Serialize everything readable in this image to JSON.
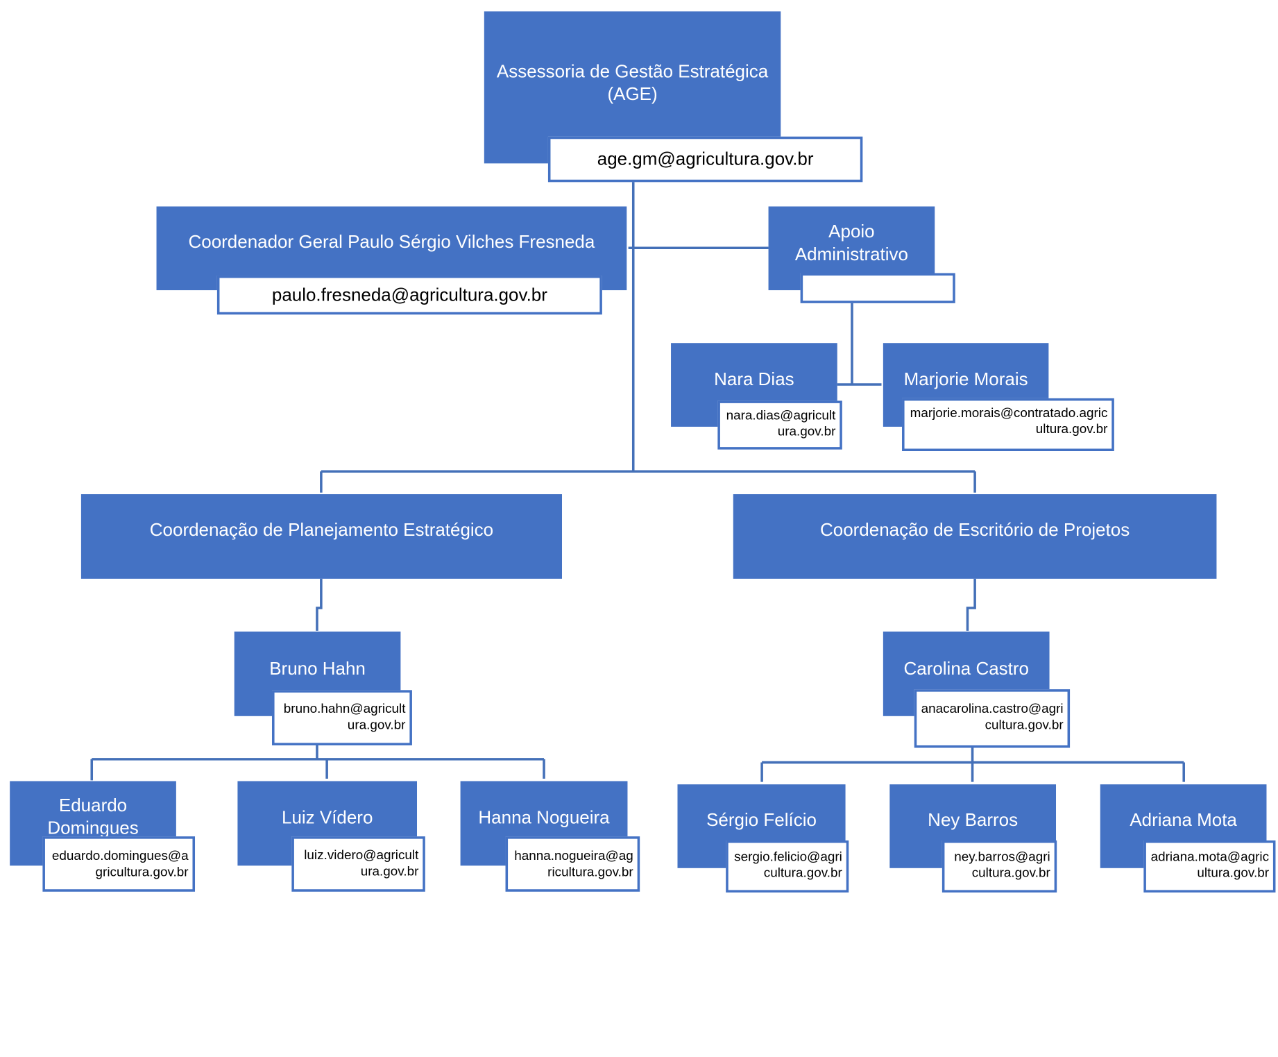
{
  "colors": {
    "box_fill": "#4472c4",
    "connector": "#4470b8",
    "email_border": "#4472c4",
    "text_light": "#ffffff",
    "text_dark": "#000000"
  },
  "root": {
    "title": "Assessoria de Gestão Estratégica (AGE)",
    "email": "age.gm@agricultura.gov.br"
  },
  "coordinator": {
    "title": "Coordenador Geral Paulo Sérgio Vilches Fresneda",
    "email": "paulo.fresneda@agricultura.gov.br"
  },
  "support": {
    "title": "Apoio Administrativo",
    "email": "",
    "members": [
      {
        "name": "Nara Dias",
        "email": "nara.dias@agricultura.gov.br"
      },
      {
        "name": "Marjorie Morais",
        "email": "marjorie.morais@contratado.agricultura.gov.br"
      }
    ]
  },
  "planning": {
    "title": "Coordenação de Planejamento Estratégico",
    "lead": {
      "name": "Bruno Hahn",
      "email": "bruno.hahn@agricultura.gov.br"
    },
    "members": [
      {
        "name": "Eduardo Domingues",
        "email": "eduardo.domingues@agricultura.gov.br"
      },
      {
        "name": "Luiz Vídero",
        "email": "luiz.videro@agricultura.gov.br"
      },
      {
        "name": "Hanna Nogueira",
        "email": "hanna.nogueira@agricultura.gov.br"
      }
    ]
  },
  "projects": {
    "title": "Coordenação de Escritório de Projetos",
    "lead": {
      "name": "Carolina Castro",
      "email": "anacarolina.castro@agricultura.gov.br"
    },
    "members": [
      {
        "name": "Sérgio Felício",
        "email": "sergio.felicio@agricultura.gov.br"
      },
      {
        "name": "Ney Barros",
        "email": "ney.barros@agricultura.gov.br"
      },
      {
        "name": "Adriana Mota",
        "email": "adriana.mota@agricultura.gov.br"
      }
    ]
  }
}
